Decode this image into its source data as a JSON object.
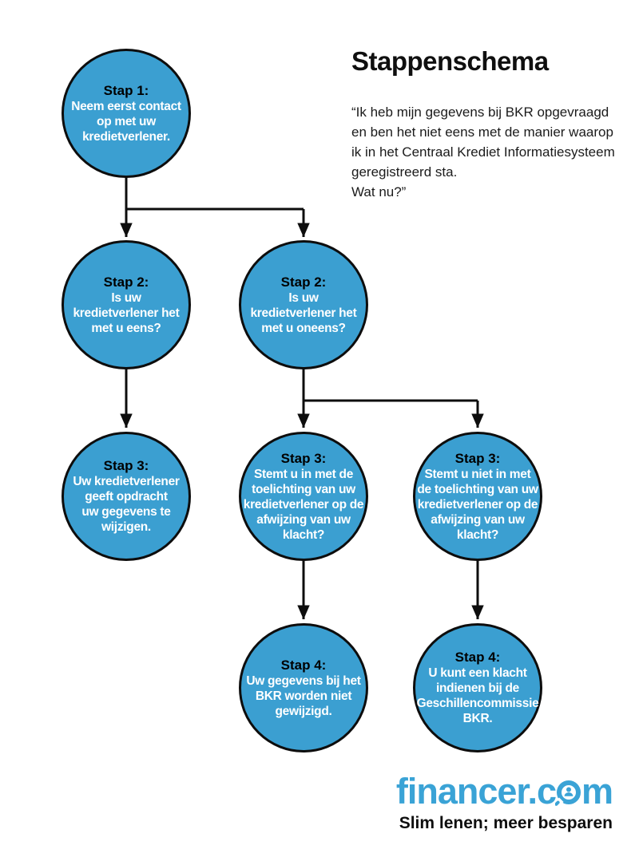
{
  "title": "Stappenschema",
  "quote": {
    "lines": [
      "“Ik heb mijn gegevens bij BKR opgevraagd",
      "en ben het niet eens met de manier waarop",
      "ik in het Centraal Krediet Informatiesysteem",
      "geregistreerd sta.",
      "Wat nu?”"
    ]
  },
  "flowchart": {
    "node_fill": "#3B9FD1",
    "node_border": "#0d0d0d",
    "arrow_color": "#0d0d0d",
    "nodes": [
      {
        "id": "stap1",
        "header": "Stap 1:",
        "lines": [
          "Neem eerst contact",
          "op met uw",
          "kredietverlener."
        ]
      },
      {
        "id": "stap2-eens",
        "header": "Stap 2:",
        "lines": [
          "Is uw",
          "kredietverlener het",
          "met u eens?"
        ]
      },
      {
        "id": "stap2-oneens",
        "header": "Stap 2:",
        "lines": [
          "Is uw",
          "kredietverlener het",
          "met u oneens?"
        ]
      },
      {
        "id": "stap3-wijzigen",
        "header": "Stap 3:",
        "lines": [
          "Uw kredietverlener",
          "geeft opdracht",
          "uw gegevens te",
          "wijzigen."
        ]
      },
      {
        "id": "stap3-instemmen",
        "header": "Stap 3:",
        "lines": [
          "Stemt u in met de",
          "toelichting van uw",
          "kredietverlener op de",
          "afwijzing van uw",
          "klacht?"
        ]
      },
      {
        "id": "stap3-niet-instemmen",
        "header": "Stap 3:",
        "lines": [
          "Stemt u niet in met",
          "de toelichting van uw",
          "kredietverlener op de",
          "afwijzing van uw",
          "klacht?"
        ]
      },
      {
        "id": "stap4-niet-gewijzigd",
        "header": "Stap 4:",
        "lines": [
          "Uw gegevens bij het",
          "BKR worden niet",
          "gewijzigd."
        ]
      },
      {
        "id": "stap4-klacht",
        "header": "Stap 4:",
        "lines": [
          "U kunt een klacht",
          "indienen bij de",
          "Geschillencommissie",
          "BKR."
        ]
      }
    ],
    "edges": [
      {
        "from": "stap1",
        "to": "stap2-eens"
      },
      {
        "from": "stap1",
        "to": "stap2-oneens"
      },
      {
        "from": "stap2-eens",
        "to": "stap3-wijzigen"
      },
      {
        "from": "stap2-oneens",
        "to": "stap3-instemmen"
      },
      {
        "from": "stap2-oneens",
        "to": "stap3-niet-instemmen"
      },
      {
        "from": "stap3-instemmen",
        "to": "stap4-niet-gewijzigd"
      },
      {
        "from": "stap3-niet-instemmen",
        "to": "stap4-klacht"
      }
    ]
  },
  "footer": {
    "logo_pre": "financer.c",
    "logo_post": "m",
    "logo_full": "financer.com",
    "logo_color": "#3AA3D6",
    "tagline": "Slim lenen; meer besparen"
  }
}
